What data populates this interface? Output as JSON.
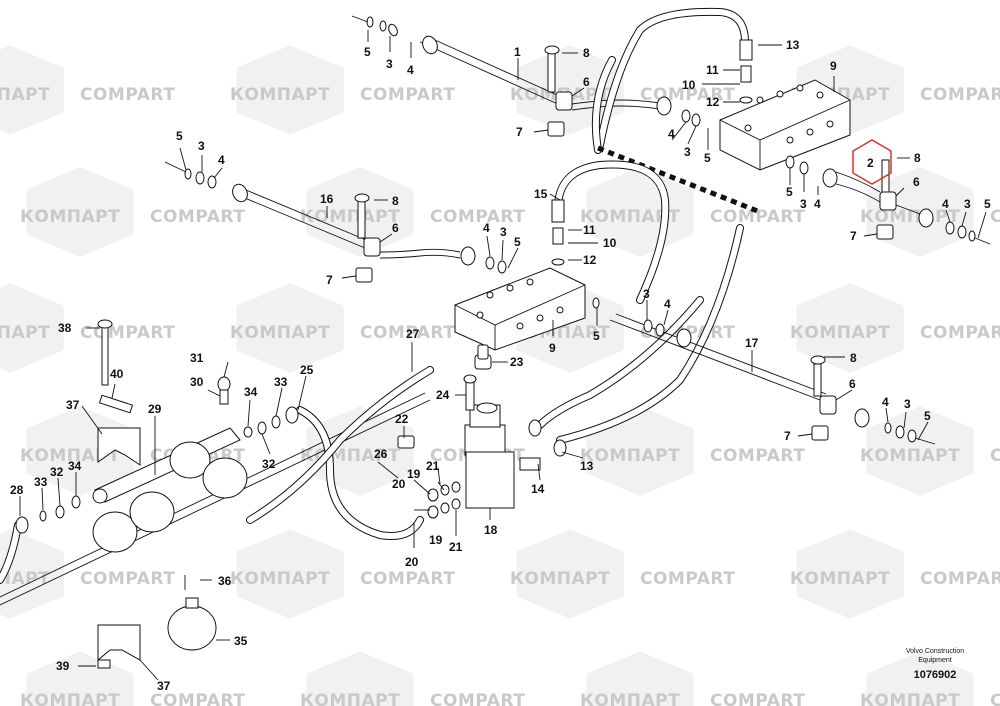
{
  "watermark": {
    "latin": "COMPART",
    "cyrillic": "КОМПАРТ"
  },
  "footer": {
    "line1": "Volvo Construction",
    "line2": "Equipment",
    "code": "1076902"
  },
  "labels": {
    "n1": "1",
    "n2": "2",
    "n3": "3",
    "n4": "4",
    "n5": "5",
    "n6": "6",
    "n7": "7",
    "n8": "8",
    "n9": "9",
    "n10": "10",
    "n11": "11",
    "n12": "12",
    "n13": "13",
    "n14": "14",
    "n15": "15",
    "n16": "16",
    "n17": "17",
    "n18": "18",
    "n19": "19",
    "n20": "20",
    "n21": "21",
    "n22": "22",
    "n23": "23",
    "n24": "24",
    "n25": "25",
    "n26": "26",
    "n27": "27",
    "n28": "28",
    "n29": "29",
    "n30": "30",
    "n31": "31",
    "n32": "32",
    "n33": "33",
    "n34": "34",
    "n35": "35",
    "n36": "36",
    "n37": "37",
    "n38": "38",
    "n39": "39",
    "n40": "40"
  },
  "highlight_color": "#d9342b"
}
